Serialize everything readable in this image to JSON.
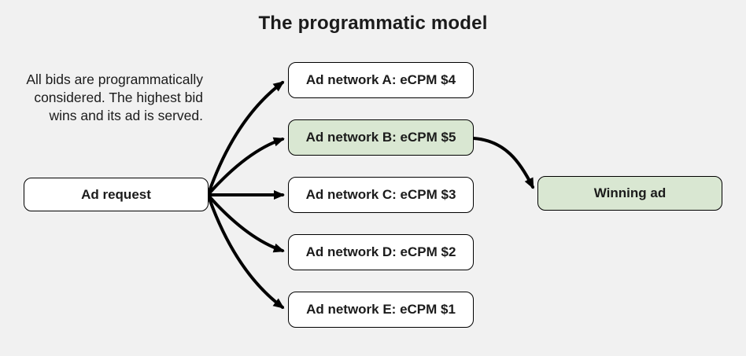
{
  "title": "The programmatic model",
  "description": {
    "lines": [
      "All bids are programmatically",
      "considered. The highest bid",
      "wins and its ad is served."
    ]
  },
  "nodes": {
    "ad_request": {
      "label": "Ad request"
    },
    "networks": [
      {
        "label": "Ad network A: eCPM $4",
        "highlight": false
      },
      {
        "label": "Ad network B: eCPM $5",
        "highlight": true
      },
      {
        "label": "Ad network C: eCPM $3",
        "highlight": false
      },
      {
        "label": "Ad network D: eCPM $2",
        "highlight": false
      },
      {
        "label": "Ad network E: eCPM $1",
        "highlight": false
      }
    ],
    "winning": {
      "label": "Winning ad"
    }
  },
  "colors": {
    "background": "#f1f1f1",
    "box_fill": "#ffffff",
    "highlight_fill": "#d9e7d2",
    "border": "#000000",
    "arrow": "#000000",
    "text": "#1b1b1b"
  }
}
